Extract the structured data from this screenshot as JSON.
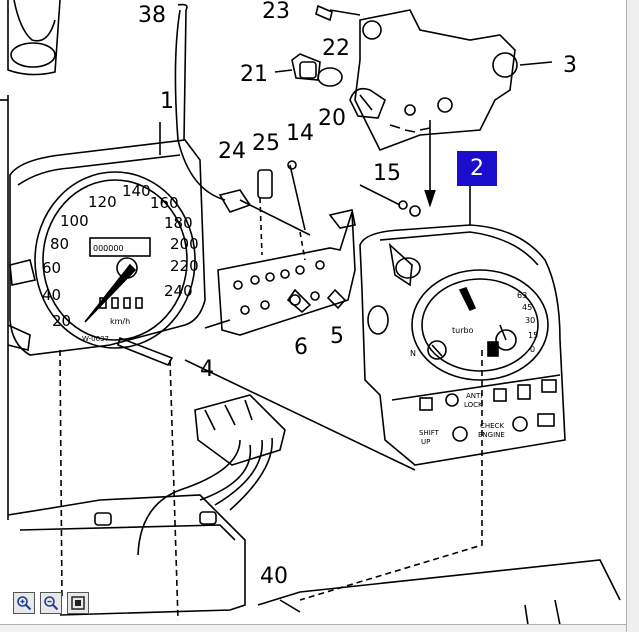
{
  "callouts": {
    "c38": "38",
    "c23": "23",
    "c22": "22",
    "c3": "3",
    "c21": "21",
    "c1": "1",
    "c20": "20",
    "c24": "24",
    "c25": "25",
    "c14": "14",
    "c15": "15",
    "c4": "4",
    "c6": "6",
    "c5": "5",
    "c40": "40",
    "c2": "2"
  },
  "speedometer": {
    "scale": [
      "20",
      "40",
      "60",
      "80",
      "100",
      "120",
      "140",
      "160",
      "180",
      "200",
      "220",
      "240"
    ],
    "unit": "km/h",
    "odometer": "000000",
    "part_code": "W-0637"
  },
  "gauge_cluster": {
    "boost_label": "turbo",
    "temp_scale": [
      "63",
      "45",
      "30",
      "15",
      "0"
    ],
    "left_marker": "N",
    "warning_labels": {
      "anti_lock_1": "ANTI",
      "anti_lock_2": "LOCK",
      "check_1": "CHECK",
      "check_2": "ENGINE",
      "shift_1": "SHIFT",
      "shift_2": "UP"
    }
  },
  "toolbar": {
    "zoom_in_icon": "zoom-in-icon",
    "zoom_out_icon": "zoom-out-icon",
    "fit_icon": "fit-page-icon"
  },
  "colors": {
    "highlight": "#1a0dcc",
    "ink": "#000000"
  }
}
